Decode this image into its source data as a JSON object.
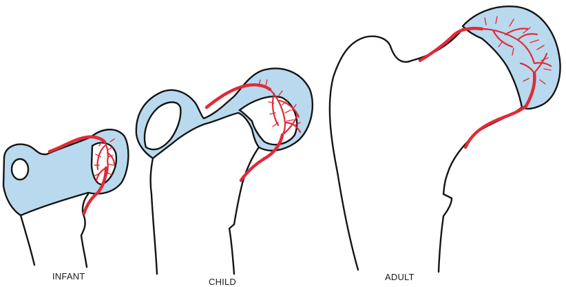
{
  "stages": [
    {
      "id": "infant",
      "label": "INFANT"
    },
    {
      "id": "child",
      "label": "CHILD"
    },
    {
      "id": "adult",
      "label": "ADULT"
    }
  ],
  "colors": {
    "outline": "#141414",
    "cartilage": "#b9d9ee",
    "vessel": "#e12a36",
    "background": "#ffffff"
  }
}
